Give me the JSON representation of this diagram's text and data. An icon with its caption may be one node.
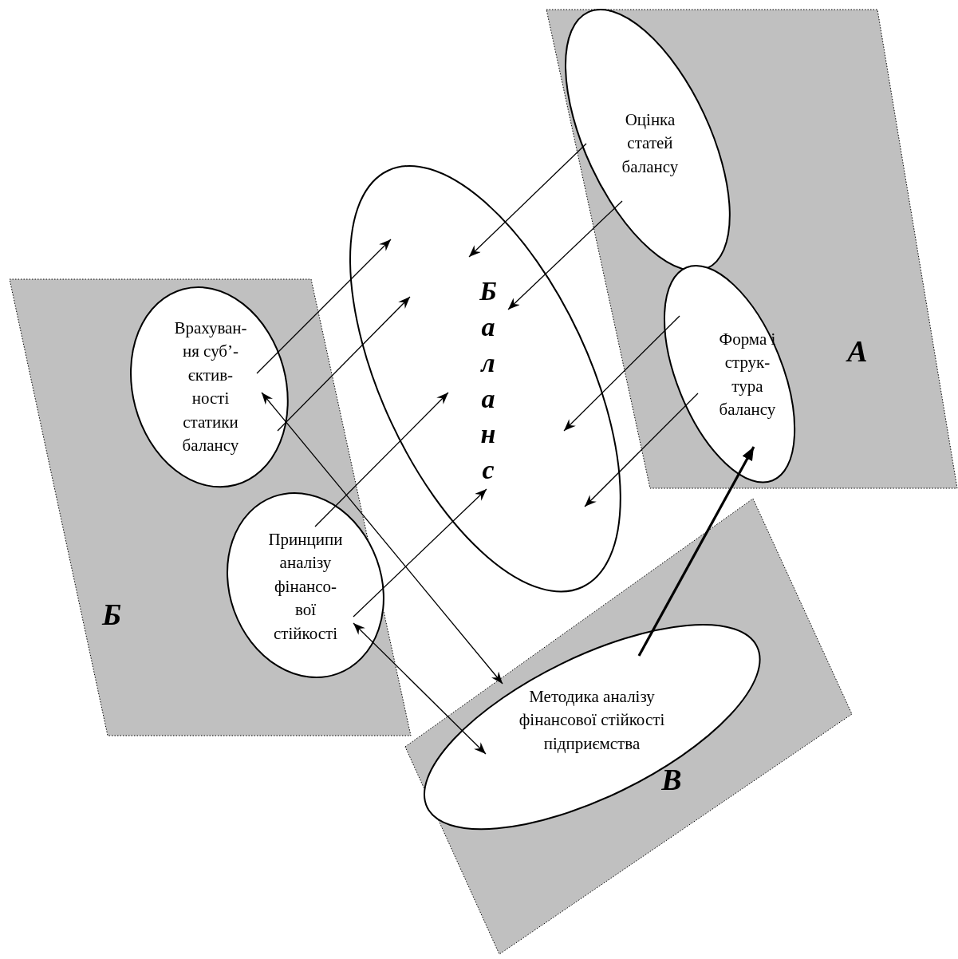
{
  "diagram": {
    "nodes": [
      {
        "text": [
          "А"
        ]
      },
      {
        "text": [
          "Оцінка статей балансу"
        ],
        "in": 0
      },
      {
        "text": [
          "Форма і струк- тура балансу"
        ],
        "in": 0
      },
      {
        "text": [
          "Б"
        ]
      },
      {
        "text": [
          "Врахуван- ня суб’- єктив- ності статики балансу"
        ],
        "in": 3
      },
      {
        "text": [
          "Принципи аналізу фінансо- вої стійкості"
        ],
        "in": 3
      },
      {
        "text": [
          "В"
        ]
      },
      {
        "text": [
          "Методика аналізу фінансової стійкості підприємства"
        ],
        "in": 6
      },
      {
        "text": [
          "Баланс"
        ]
      }
    ],
    "edges": [
      {
        "from": 1,
        "to": 8,
        "arrow": "to"
      },
      {
        "from": 1,
        "to": 8,
        "arrow": "to"
      },
      {
        "from": 2,
        "to": 8,
        "arrow": "to"
      },
      {
        "from": 2,
        "to": 8,
        "arrow": "to"
      },
      {
        "from": 4,
        "to": 8,
        "arrow": "to"
      },
      {
        "from": 4,
        "to": 8,
        "arrow": "to"
      },
      {
        "from": 5,
        "to": 8,
        "arrow": "to"
      },
      {
        "from": 5,
        "to": 8,
        "arrow": "to"
      },
      {
        "from": 7,
        "to": 2,
        "arrow": "to",
        "style": "thick"
      },
      {
        "from": 4,
        "to": 7,
        "arrow": "both"
      },
      {
        "from": 5,
        "to": 7,
        "arrow": "both"
      }
    ]
  }
}
